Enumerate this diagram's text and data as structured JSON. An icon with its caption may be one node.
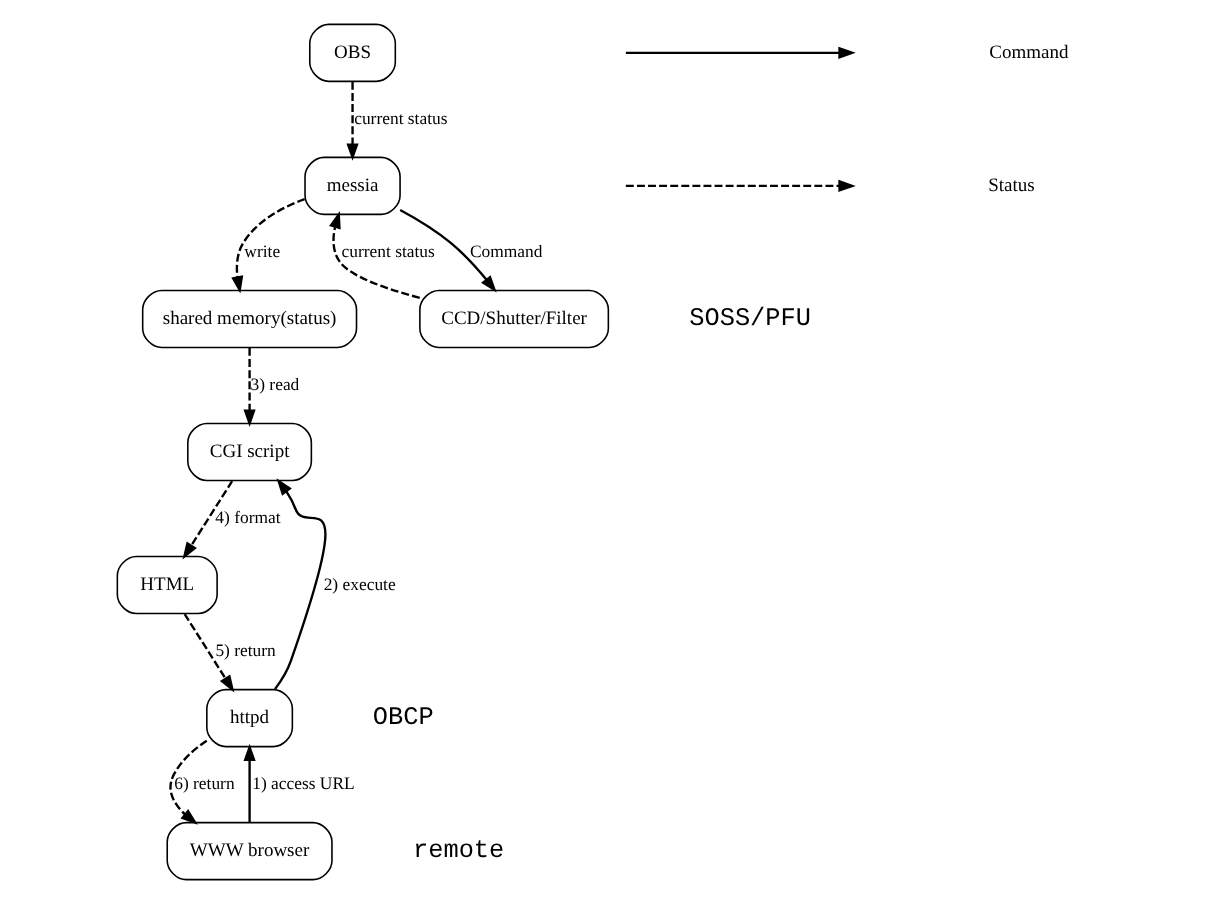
{
  "diagram": {
    "nodes": [
      {
        "text": [
          "OBS"
        ]
      },
      {
        "text": [
          "CCD/Shutter/Filter"
        ]
      },
      {
        "text": [
          "messia"
        ]
      },
      {
        "text": [
          "CGI script"
        ]
      },
      {
        "text": [
          "HTML"
        ]
      },
      {
        "text": [
          "shared memory(status)"
        ]
      },
      {
        "text": [
          "httpd"
        ]
      },
      {
        "text": [
          "WWW browser"
        ]
      }
    ],
    "edges": [
      {
        "from": 0,
        "to": 2,
        "arrow": "to",
        "label": "current status",
        "style": "dashed"
      },
      {
        "from": 2,
        "to": 1,
        "arrow": "to",
        "label": "Command"
      },
      {
        "from": 1,
        "to": 2,
        "arrow": "to",
        "label": "current status",
        "style": "dashed"
      },
      {
        "from": 2,
        "to": 5,
        "arrow": "to",
        "label": "write",
        "style": "dashed"
      },
      {
        "from": 5,
        "to": 3,
        "arrow": "to",
        "label": "3) read",
        "style": "dashed"
      },
      {
        "from": 3,
        "to": 4,
        "arrow": "to",
        "label": "4) format",
        "style": "dashed"
      },
      {
        "from": 4,
        "to": 6,
        "arrow": "to",
        "label": "5) return",
        "style": "dashed"
      },
      {
        "from": 6,
        "to": 3,
        "arrow": "to",
        "label": "2) execute"
      },
      {
        "from": 7,
        "to": 6,
        "arrow": "to",
        "label": "1) access URL"
      },
      {
        "from": 6,
        "to": 7,
        "arrow": "to",
        "label": "6) return",
        "style": "dashed"
      }
    ],
    "labels": [
      "SOSS/PFU",
      "OBCP",
      "remote"
    ],
    "legend": [
      {
        "text": "Command"
      },
      {
        "text": "Status"
      }
    ]
  }
}
